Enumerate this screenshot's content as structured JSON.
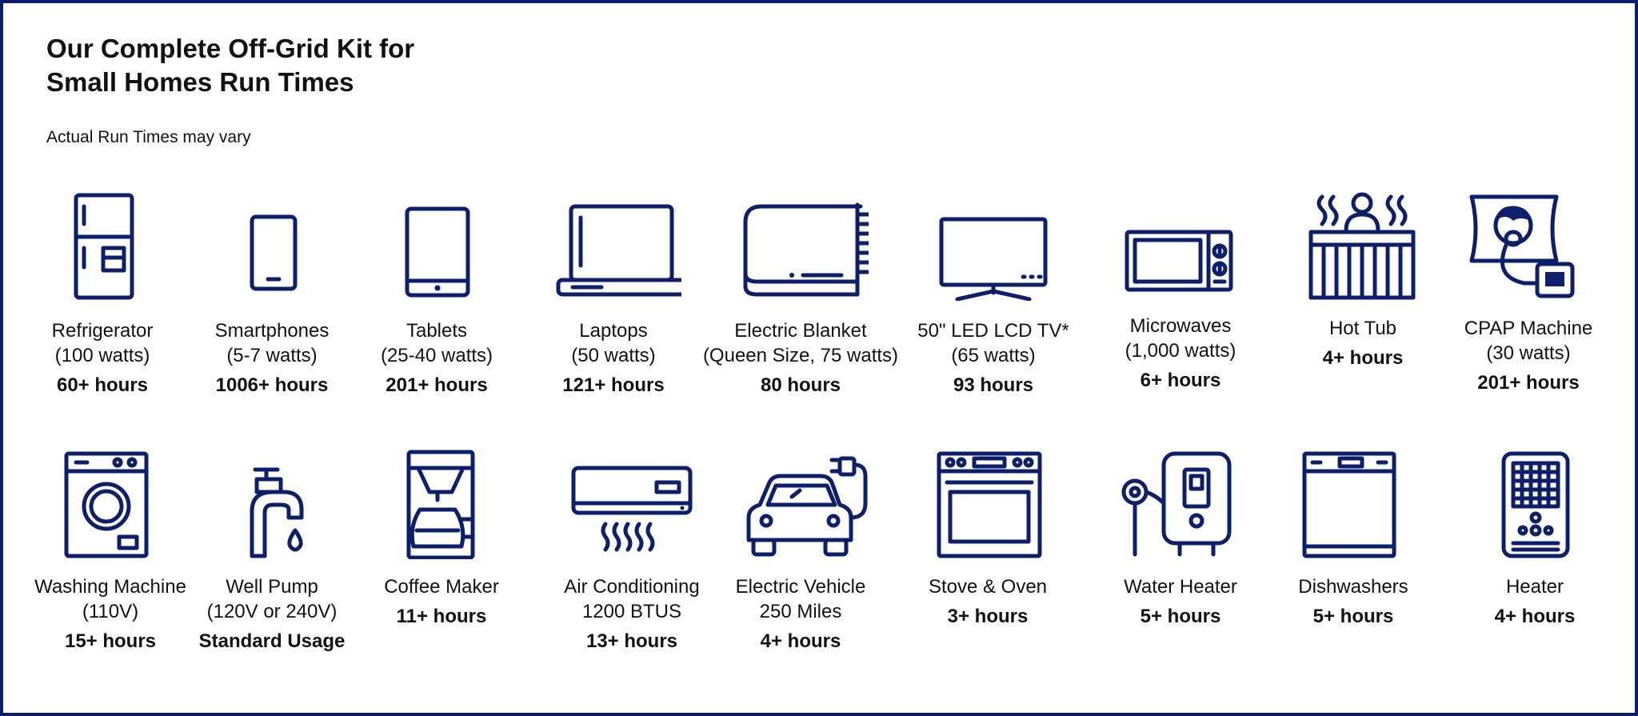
{
  "title": {
    "line1": "Our Complete Off-Grid Kit for",
    "line2": "Small Homes Run Times"
  },
  "subtitle": "Actual Run Times may vary",
  "colors": {
    "icon": "#0d1f6b",
    "frame": "#0d1f6b",
    "text": "#111111"
  },
  "row1": [
    {
      "icon": "refrigerator-icon",
      "label1": "Refrigerator",
      "label2": "(100 watts)",
      "value": "60+ hours"
    },
    {
      "icon": "smartphone-icon",
      "label1": "Smartphones",
      "label2": "(5-7 watts)",
      "value": "1006+ hours"
    },
    {
      "icon": "tablet-icon",
      "label1": "Tablets",
      "label2": "(25-40 watts)",
      "value": "201+ hours"
    },
    {
      "icon": "laptop-icon",
      "label1": "Laptops",
      "label2": "(50 watts)",
      "value": "121+ hours"
    },
    {
      "icon": "electric-blanket-icon",
      "label1": "Electric Blanket",
      "label2": "(Queen Size, 75 watts)",
      "value": "80 hours"
    },
    {
      "icon": "tv-icon",
      "label1": "50\" LED LCD TV*",
      "label2": "(65 watts)",
      "value": "93 hours"
    },
    {
      "icon": "microwave-icon",
      "label1": "Microwaves",
      "label2": "(1,000 watts)",
      "value": "6+ hours"
    },
    {
      "icon": "hot-tub-icon",
      "label1": "Hot Tub",
      "label2": "",
      "value": "4+ hours"
    },
    {
      "icon": "cpap-machine-icon",
      "label1": "CPAP Machine",
      "label2": "(30 watts)",
      "value": "201+ hours"
    }
  ],
  "row2": [
    {
      "icon": "washing-machine-icon",
      "label1": "Washing Machine",
      "label2": "(110V)",
      "value": "15+ hours"
    },
    {
      "icon": "well-pump-icon",
      "label1": "Well Pump",
      "label2": "(120V or 240V)",
      "value": "Standard Usage"
    },
    {
      "icon": "coffee-maker-icon",
      "label1": "Coffee Maker",
      "label2": "",
      "value": "11+ hours"
    },
    {
      "icon": "air-conditioner-icon",
      "label1": "Air Conditioning",
      "label2": "1200 BTUS",
      "value": "13+ hours"
    },
    {
      "icon": "electric-vehicle-icon",
      "label1": "Electric Vehicle",
      "label2": "250 Miles",
      "value": "4+ hours"
    },
    {
      "icon": "stove-oven-icon",
      "label1": "Stove & Oven",
      "label2": "",
      "value": "3+ hours"
    },
    {
      "icon": "water-heater-icon",
      "label1": "Water Heater",
      "label2": "",
      "value": "5+ hours"
    },
    {
      "icon": "dishwasher-icon",
      "label1": "Dishwashers",
      "label2": "",
      "value": "5+ hours"
    },
    {
      "icon": "heater-icon",
      "label1": "Heater",
      "label2": "",
      "value": "4+ hours"
    }
  ]
}
